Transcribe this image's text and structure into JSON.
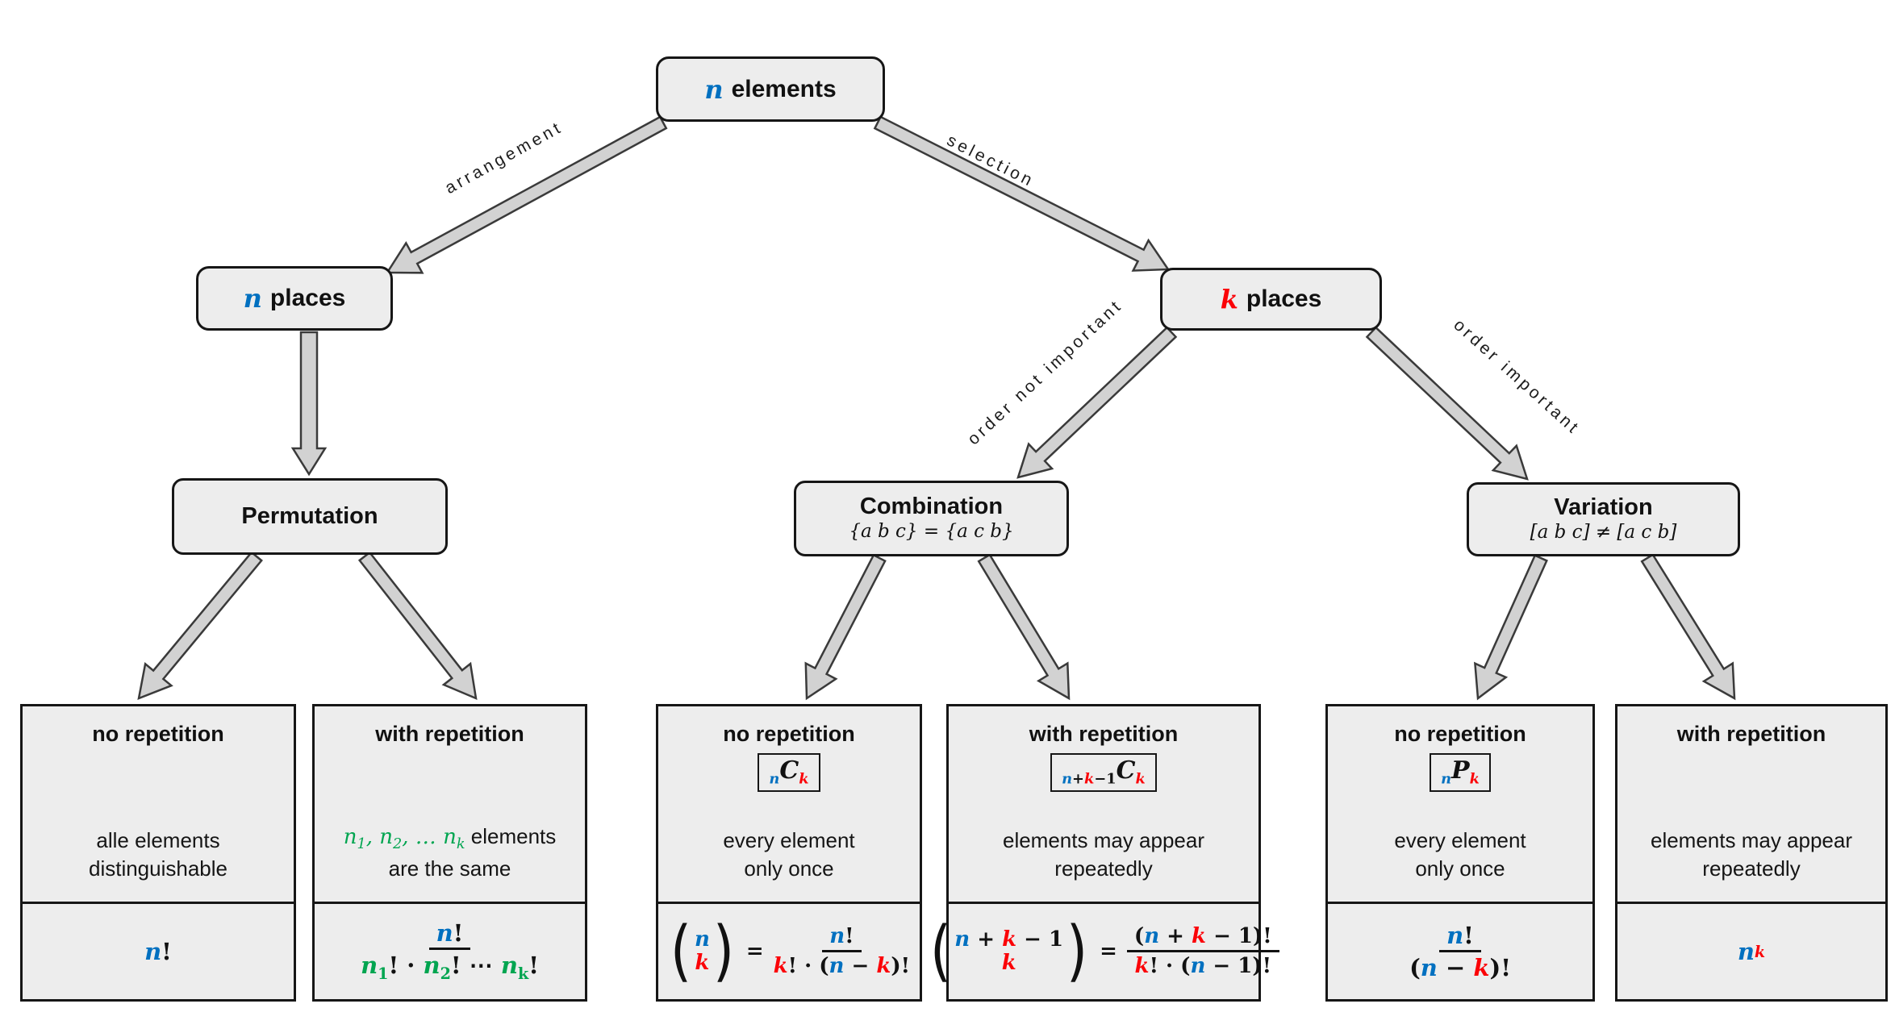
{
  "palette": {
    "blue": "#0070C0",
    "red": "#FB0207",
    "green": "#00A550",
    "box_bg": "#EDEDED",
    "border": "#161616",
    "arrow_fill": "#D2D2D2",
    "arrow_stroke": "#3A3A3A"
  },
  "nodes": {
    "root": {
      "var": "n",
      "label": "elements"
    },
    "n_places": {
      "var": "n",
      "label": "places"
    },
    "k_places": {
      "var": "k",
      "label": "places"
    },
    "permutation": {
      "title": "Permutation"
    },
    "combination": {
      "title": "Combination",
      "subtitle": "{a b c} = {a c b}"
    },
    "variation": {
      "title": "Variation",
      "subtitle": "[a b c] ≠ [a c b]"
    }
  },
  "edges": {
    "arrangement": "arrangement",
    "selection": "selection",
    "order_not_important": "order not important",
    "order_important": "order important"
  },
  "cards": {
    "p1": {
      "title": "no repetition",
      "d1": "alle elements",
      "d2": "distinguishable",
      "f": {
        "n": "n",
        "x": "!"
      }
    },
    "p2": {
      "title": "with repetition",
      "d": {
        "m1": "n",
        "s1": "1",
        "sep1": ", ",
        "m2": "n",
        "s2": "2",
        "sep2": ", … ",
        "m3": "n",
        "s3": "k",
        "t1": "elements",
        "t2": "are the same"
      },
      "f": {
        "num_n": "n",
        "num_x": "!",
        "d1n": "n",
        "d1s": "1",
        "d1x": "! · ",
        "d2n": "n",
        "d2s": "2",
        "d2x": "! ⋯ ",
        "d3n": "n",
        "d3s": "k",
        "d3x": "!"
      }
    },
    "c1": {
      "title": "no repetition",
      "chip": {
        "sub1": "n",
        "mid": "C",
        "sub2": "k"
      },
      "d1": "every element",
      "d2": "only once",
      "f": {
        "bt": "n",
        "bb": "k",
        "eq": "=",
        "num_n": "n",
        "num_x": "!",
        "den_k": "k",
        "den_x1": "! · (",
        "den_n": "n",
        "den_x2": " − ",
        "den_k2": "k",
        "den_x3": ")!"
      }
    },
    "c2": {
      "title": "with repetition",
      "chip": {
        "sub_n": "n",
        "sub_p": "+",
        "sub_k": "k",
        "sub_m": "−1",
        "mid": "C",
        "sub2": "k"
      },
      "d1": "elements may appear",
      "d2": "repeatedly",
      "f": {
        "bt_n": "n",
        "bt_p": " + ",
        "bt_k": "k",
        "bt_m": " − 1",
        "bb": "k",
        "eq": "=",
        "num_o": "(",
        "num_n": "n",
        "num_p": " + ",
        "num_k": "k",
        "num_m": " − 1)!",
        "den_k": "k",
        "den_x1": "! · (",
        "den_n": "n",
        "den_x2": " − 1)!"
      }
    },
    "v1": {
      "title": "no repetition",
      "chip": {
        "sub1": "n",
        "mid": "P",
        "sub2": "k"
      },
      "d1": "every element",
      "d2": "only once",
      "f": {
        "num_n": "n",
        "num_x": "!",
        "den_o": "(",
        "den_n": "n",
        "den_x": " − ",
        "den_k": "k",
        "den_c": ")!"
      }
    },
    "v2": {
      "title": "with repetition",
      "d1": "elements may appear",
      "d2": "repeatedly",
      "f": {
        "n": "n",
        "sup": "k"
      }
    }
  }
}
